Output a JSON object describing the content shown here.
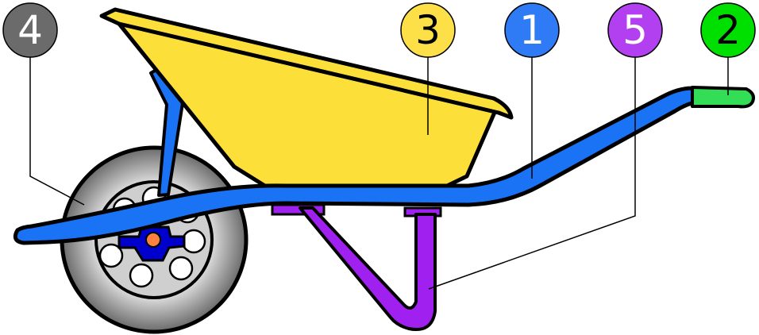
{
  "labels": [
    {
      "id": "handle",
      "text": "1",
      "color": "#2f7bf5",
      "text_color": "#ffffff"
    },
    {
      "id": "grip",
      "text": "2",
      "color": "#00e000",
      "text_color": "#000000"
    },
    {
      "id": "tray",
      "text": "3",
      "color": "#fde047",
      "text_color": "#000000"
    },
    {
      "id": "wheel",
      "text": "4",
      "color": "#6b6b6b",
      "text_color": "#ffffff"
    },
    {
      "id": "leg",
      "text": "5",
      "color": "#b23ff0",
      "text_color": "#ffffff"
    }
  ],
  "part_colors": {
    "frame": "#1a73f5",
    "tray": "#fddf3a",
    "leg": "#a020f0",
    "grip": "#33dd55",
    "tyre": "#8a8a8a",
    "hub": "#0000cc",
    "axle": "#ff8040"
  }
}
